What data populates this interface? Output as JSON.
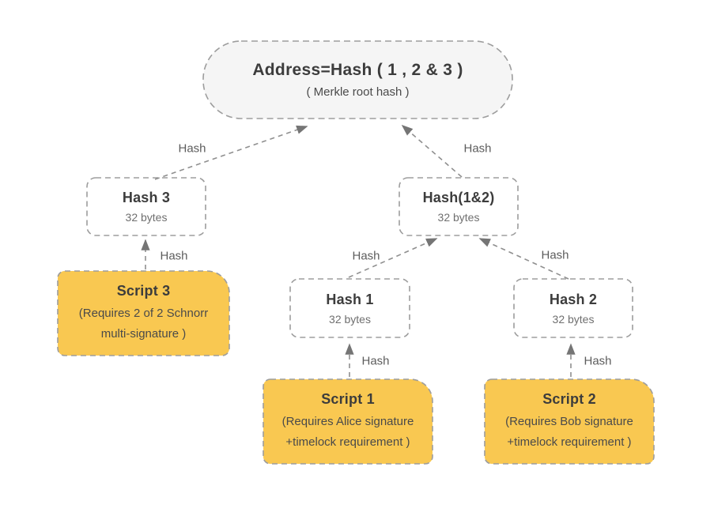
{
  "colors": {
    "root_fill": "#f5f5f5",
    "hash_fill": "#ffffff",
    "script_fill": "#f9c851",
    "node_border": "#9d9d9d",
    "edge_line": "#8f8f8f",
    "arrowhead": "#757575",
    "title_text": "#3c3c3c",
    "muted_text": "#6f6f6f",
    "desc_text": "#4a4a4a",
    "edge_label_text": "#5c5c5c"
  },
  "root": {
    "title": "Address=Hash ( 1 , 2 & 3 )",
    "subtitle": "( Merkle root hash )"
  },
  "nodes": {
    "hash3": {
      "title": "Hash 3",
      "size": "32 bytes"
    },
    "hash12": {
      "title": "Hash(1&2)",
      "size": "32 bytes"
    },
    "hash1": {
      "title": "Hash 1",
      "size": "32 bytes"
    },
    "hash2": {
      "title": "Hash 2",
      "size": "32 bytes"
    },
    "script3": {
      "title": "Script 3",
      "desc": "(Requires 2 of 2 Schnorr\nmulti-signature )"
    },
    "script1": {
      "title": "Script 1",
      "desc": "(Requires Alice signature\n+timelock requirement )"
    },
    "script2": {
      "title": "Script 2",
      "desc": "(Requires Bob signature\n+timelock requirement )"
    }
  },
  "edges": {
    "hash3_to_root": {
      "label": "Hash"
    },
    "hash12_to_root": {
      "label": "Hash"
    },
    "script3_to_hash3": {
      "label": "Hash"
    },
    "hash1_to_hash12": {
      "label": "Hash"
    },
    "hash2_to_hash12": {
      "label": "Hash"
    },
    "script1_to_hash1": {
      "label": "Hash"
    },
    "script2_to_hash2": {
      "label": "Hash"
    }
  }
}
